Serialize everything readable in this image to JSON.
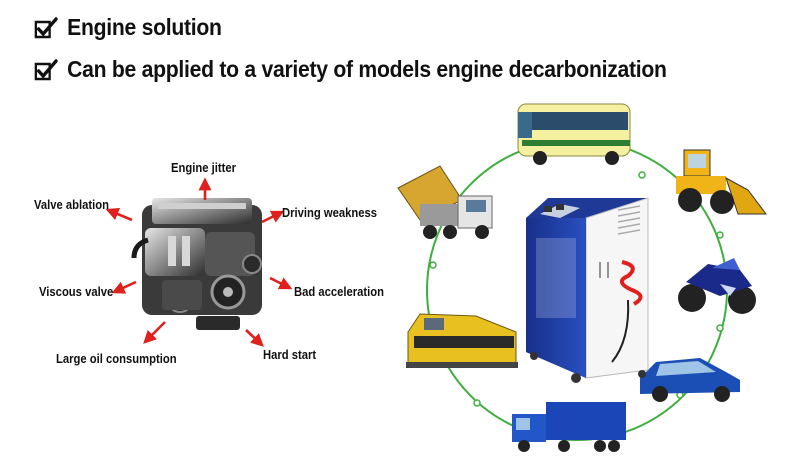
{
  "headlines": [
    {
      "text": "Engine solution"
    },
    {
      "text": "Can be applied to a variety of models engine decarbonization"
    }
  ],
  "engine_symptoms": [
    "Engine jitter",
    "Valve ablation",
    "Driving weakness",
    "Viscous valve",
    "Bad acceleration",
    "Large oil consumption",
    "Hard start"
  ],
  "colors": {
    "arrow": "#e0201c",
    "ring": "#3fae3f",
    "machine_blue": "#1f3fa8",
    "text": "#111111"
  },
  "vehicles": [
    "bus-icon",
    "wheel-loader-icon",
    "motorcycle-icon",
    "sedan-car-icon",
    "semi-truck-icon",
    "train-icon",
    "dump-truck-icon"
  ]
}
